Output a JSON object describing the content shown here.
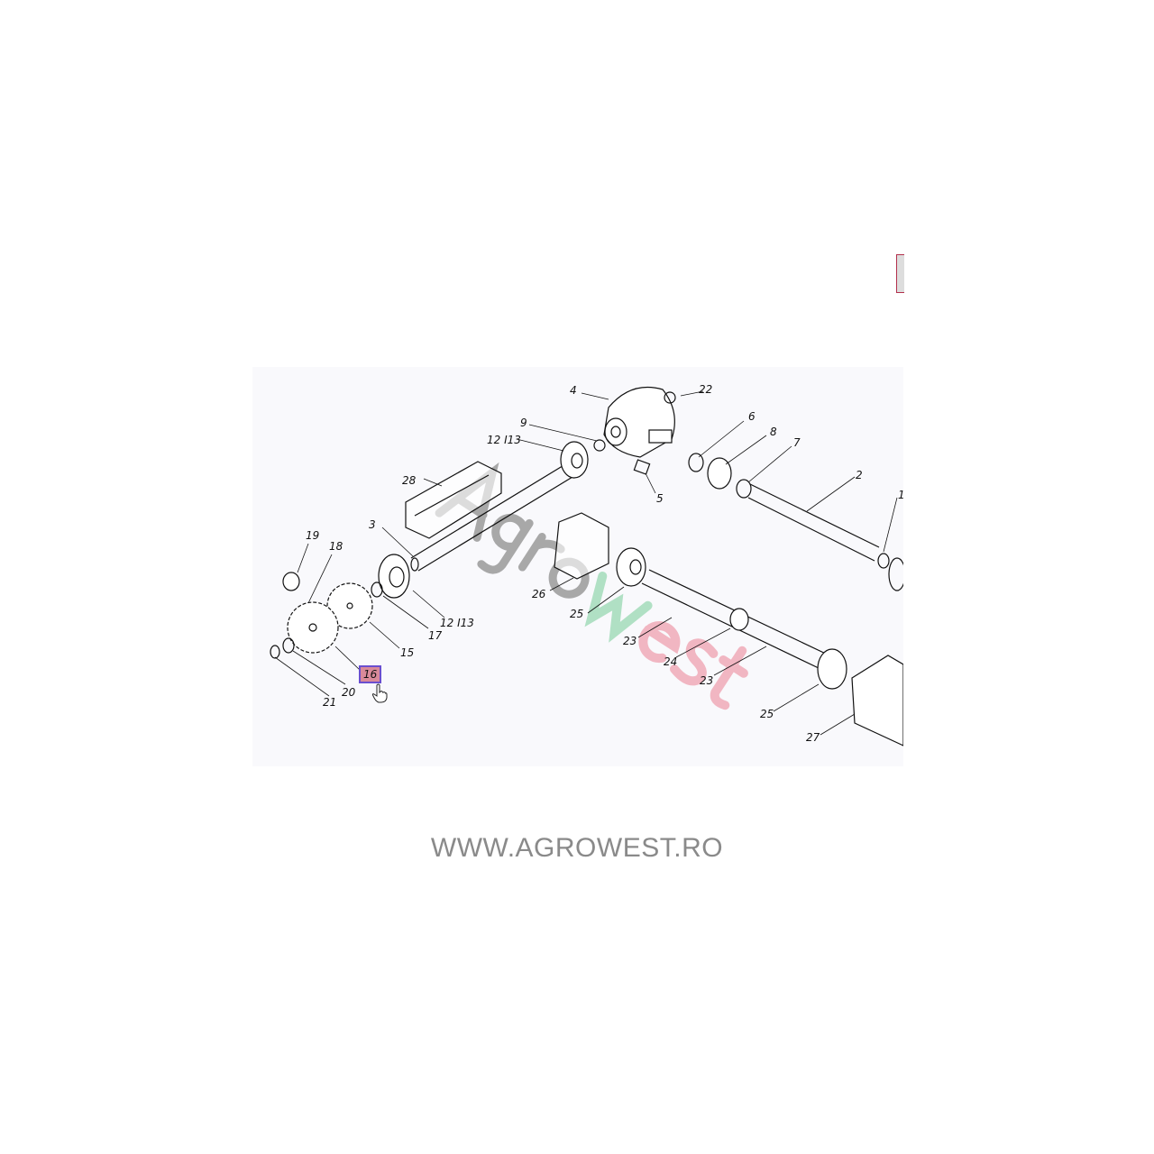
{
  "diagram": {
    "watermark": "Agrowest",
    "labels": [
      {
        "id": "4",
        "text": "4"
      },
      {
        "id": "22",
        "text": "22"
      },
      {
        "id": "9",
        "text": "9"
      },
      {
        "id": "12-113-top",
        "text": "12 I13"
      },
      {
        "id": "6",
        "text": "6"
      },
      {
        "id": "8",
        "text": "8"
      },
      {
        "id": "7",
        "text": "7"
      },
      {
        "id": "5",
        "text": "5"
      },
      {
        "id": "2",
        "text": "2"
      },
      {
        "id": "1x",
        "text": "1"
      },
      {
        "id": "28",
        "text": "28"
      },
      {
        "id": "3",
        "text": "3"
      },
      {
        "id": "19",
        "text": "19"
      },
      {
        "id": "18",
        "text": "18"
      },
      {
        "id": "26",
        "text": "26"
      },
      {
        "id": "25a",
        "text": "25"
      },
      {
        "id": "12-113-bottom",
        "text": "12 I13"
      },
      {
        "id": "17",
        "text": "17"
      },
      {
        "id": "15",
        "text": "15"
      },
      {
        "id": "23a",
        "text": "23"
      },
      {
        "id": "24",
        "text": "24"
      },
      {
        "id": "23b",
        "text": "23"
      },
      {
        "id": "25b",
        "text": "25"
      },
      {
        "id": "27",
        "text": "27"
      },
      {
        "id": "20",
        "text": "20"
      },
      {
        "id": "21",
        "text": "21"
      },
      {
        "id": "16",
        "text": "16",
        "selected": true
      }
    ]
  },
  "footer": {
    "text": "WWW.AGROWEST.RO"
  },
  "colors": {
    "highlight": "#d98a9a",
    "highlight_border": "#6a4fcf",
    "footer": "#8a8a8a",
    "watermark_gray": "#8c8c8c",
    "watermark_green": "#7fcf9f",
    "watermark_pink": "#ee9aaa"
  }
}
